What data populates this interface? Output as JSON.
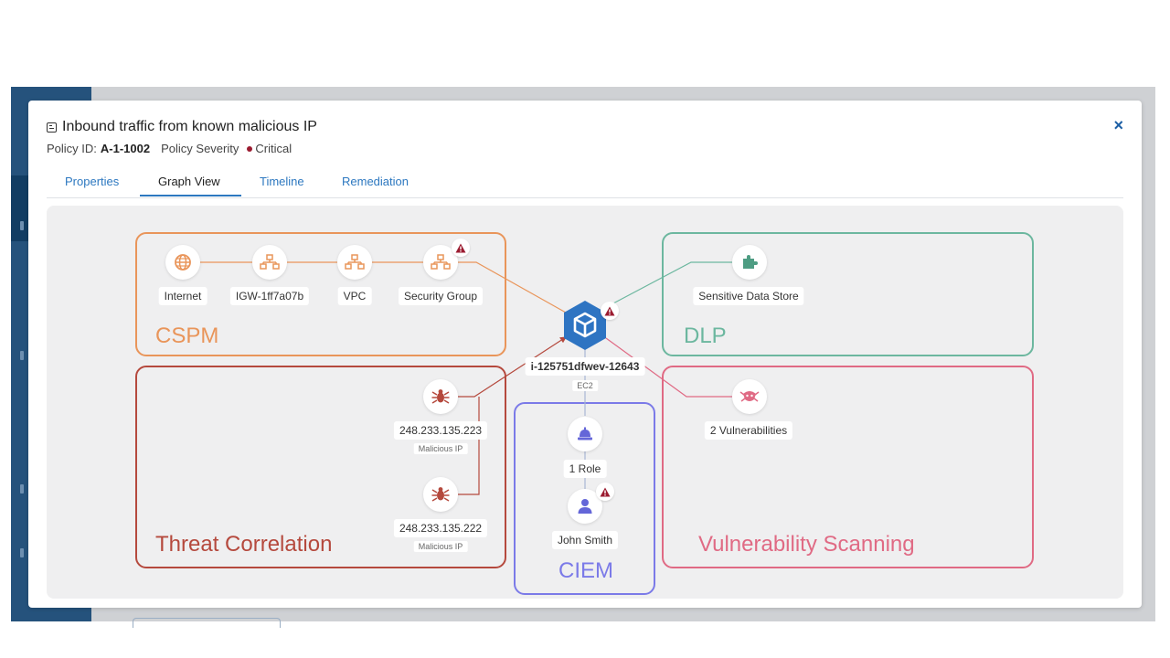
{
  "modal": {
    "title": "Inbound traffic from known malicious IP",
    "policy_id_label": "Policy ID:",
    "policy_id": "A-1-1002",
    "severity_label": "Policy Severity",
    "severity_value": "Critical",
    "close_symbol": "×",
    "tabs": [
      {
        "label": "Properties"
      },
      {
        "label": "Graph View"
      },
      {
        "label": "Timeline"
      },
      {
        "label": "Remediation"
      }
    ]
  },
  "colors": {
    "cspm": "#e9955a",
    "dlp": "#6cb79f",
    "threat": "#b5493d",
    "vulnerability": "#e06a84",
    "ciem": "#7b7ae8",
    "critical": "#9b1b30",
    "accent": "#2d78c0",
    "instance": "#2e74c2"
  },
  "graph": {
    "regions": {
      "cspm": "CSPM",
      "dlp": "DLP",
      "threat": "Threat Correlation",
      "vulnerability": "Vulnerability Scanning",
      "ciem": "CIEM"
    },
    "nodes": {
      "internet": {
        "label": "Internet",
        "icon": "globe-icon"
      },
      "igw": {
        "label": "IGW-1ff7a07b",
        "icon": "network-icon"
      },
      "vpc": {
        "label": "VPC",
        "icon": "network-icon"
      },
      "security_group": {
        "label": "Security Group",
        "icon": "network-icon"
      },
      "sensitive_data": {
        "label": "Sensitive Data Store",
        "icon": "puzzle-icon"
      },
      "ip1": {
        "label": "248.233.135.223",
        "sublabel": "Malicious IP",
        "icon": "bug-icon"
      },
      "ip2": {
        "label": "248.233.135.222",
        "sublabel": "Malicious IP",
        "icon": "bug-icon"
      },
      "vulnerabilities": {
        "label": "2 Vulnerabilities",
        "icon": "vulnerability-icon"
      },
      "role": {
        "label": "1 Role",
        "icon": "role-icon"
      },
      "user": {
        "label": "John Smith",
        "icon": "user-icon"
      },
      "instance": {
        "label": "i-125751dfwev-12643",
        "sublabel": "EC2",
        "icon": "cube-icon"
      }
    }
  }
}
